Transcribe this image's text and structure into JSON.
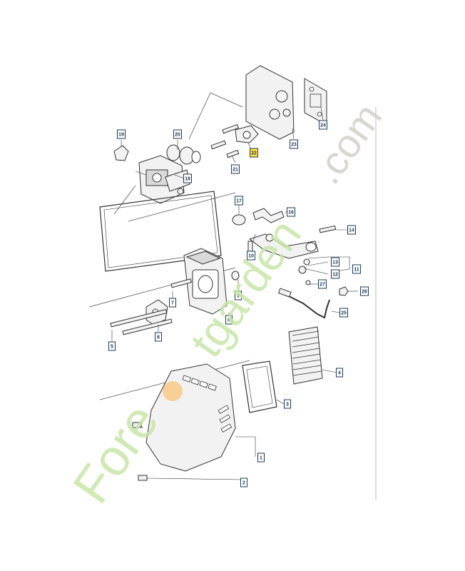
{
  "watermark": {
    "brand_start": "Fore",
    "brand_end": "tgarden",
    "domain": ".com",
    "colors": {
      "green": "#c8e6a8",
      "orange": "#f7c37a",
      "grey": "#d2cfc6"
    }
  },
  "callouts": [
    {
      "id": "c19",
      "label": "19",
      "highlight": false
    },
    {
      "id": "c20",
      "label": "20",
      "highlight": false
    },
    {
      "id": "c18",
      "label": "18",
      "highlight": false
    },
    {
      "id": "c21",
      "label": "21",
      "highlight": false
    },
    {
      "id": "c22",
      "label": "22",
      "highlight": true
    },
    {
      "id": "c23",
      "label": "23",
      "highlight": false
    },
    {
      "id": "c24",
      "label": "24",
      "highlight": false
    },
    {
      "id": "c17",
      "label": "17",
      "highlight": false
    },
    {
      "id": "c16",
      "label": "16",
      "highlight": false
    },
    {
      "id": "c14",
      "label": "14",
      "highlight": false
    },
    {
      "id": "c10",
      "label": "10",
      "highlight": false
    },
    {
      "id": "c13",
      "label": "13",
      "highlight": false
    },
    {
      "id": "c11",
      "label": "11",
      "highlight": false
    },
    {
      "id": "c12",
      "label": "12",
      "highlight": false
    },
    {
      "id": "c27",
      "label": "27",
      "highlight": false
    },
    {
      "id": "c26",
      "label": "26",
      "highlight": false
    },
    {
      "id": "c25",
      "label": "25",
      "highlight": false
    },
    {
      "id": "c9",
      "label": "9",
      "highlight": false
    },
    {
      "id": "c7",
      "label": "7",
      "highlight": false
    },
    {
      "id": "c6",
      "label": "6",
      "highlight": false
    },
    {
      "id": "c8",
      "label": "8",
      "highlight": false
    },
    {
      "id": "c5",
      "label": "5",
      "highlight": false
    },
    {
      "id": "c4",
      "label": "4",
      "highlight": false
    },
    {
      "id": "c3",
      "label": "3",
      "highlight": false
    },
    {
      "id": "c1",
      "label": "1",
      "highlight": false
    },
    {
      "id": "c2",
      "label": "2",
      "highlight": false
    }
  ],
  "colors": {
    "callout_border": "#1a3a57",
    "callout_fill": "#ffffff",
    "highlight_fill": "#ffe23a",
    "line": "#333333"
  }
}
